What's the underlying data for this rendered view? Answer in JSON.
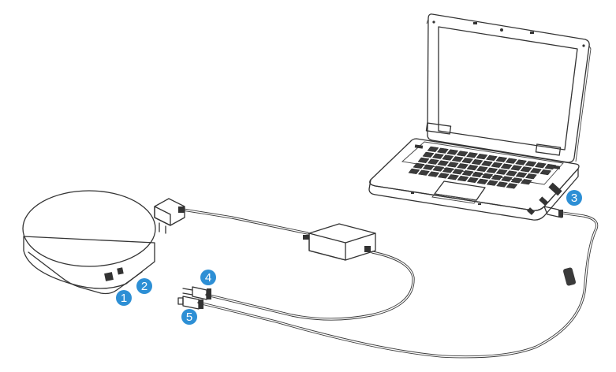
{
  "callouts": [
    {
      "label": "1",
      "color": "#2d8fd5"
    },
    {
      "label": "2",
      "color": "#2d8fd5"
    },
    {
      "label": "3",
      "color": "#2d8fd5"
    },
    {
      "label": "4",
      "color": "#2d8fd5"
    },
    {
      "label": "5",
      "color": "#2d8fd5"
    }
  ]
}
